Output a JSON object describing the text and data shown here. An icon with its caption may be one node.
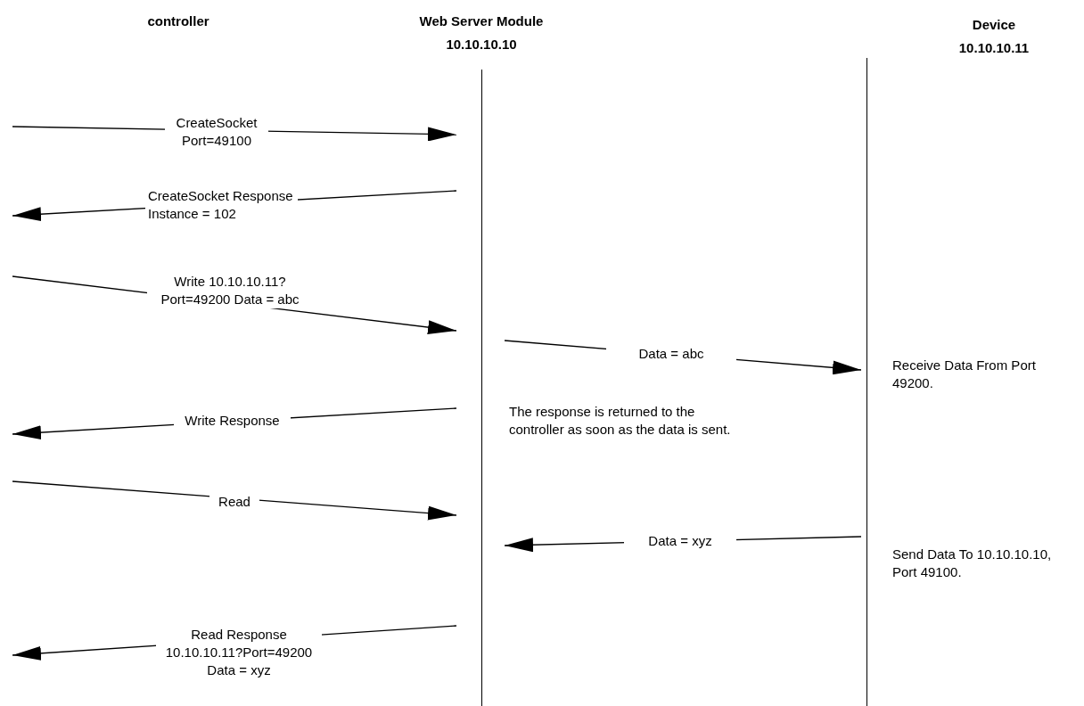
{
  "diagram": {
    "nodes": [
      {
        "text": [
          "controller"
        ]
      },
      {
        "text": [
          "Web Server Module",
          "10.10.10.10"
        ]
      },
      {
        "text": [
          "Device",
          "10.10.10.11"
        ]
      }
    ],
    "edges": [
      {
        "from": null,
        "to": 1,
        "arrow": "to",
        "label": "CreateSocket Port=49100"
      },
      {
        "from": 1,
        "to": null,
        "arrow": "to",
        "label": "CreateSocket Response Instance = 102"
      },
      {
        "from": null,
        "to": 1,
        "arrow": "to",
        "label": "Write 10.10.10.11?Port=49200 Data = abc"
      },
      {
        "from": 1,
        "to": 2,
        "arrow": "to",
        "label": "Data = abc"
      },
      {
        "from": 1,
        "to": null,
        "arrow": "to",
        "label": "Write Response"
      },
      {
        "from": null,
        "to": 1,
        "arrow": "to",
        "label": "Read"
      },
      {
        "from": 2,
        "to": 1,
        "arrow": "to",
        "label": "Data = xyz"
      },
      {
        "from": 1,
        "to": null,
        "arrow": "to",
        "label": "Read Response 10.10.10.11?Port=49200 Data = xyz"
      }
    ],
    "labels": [
      "The response is returned to the controller as soon as the data is sent.",
      "Receive Data From Port 49200.",
      "Send Data To 10.10.10.10, Port 49100."
    ]
  }
}
